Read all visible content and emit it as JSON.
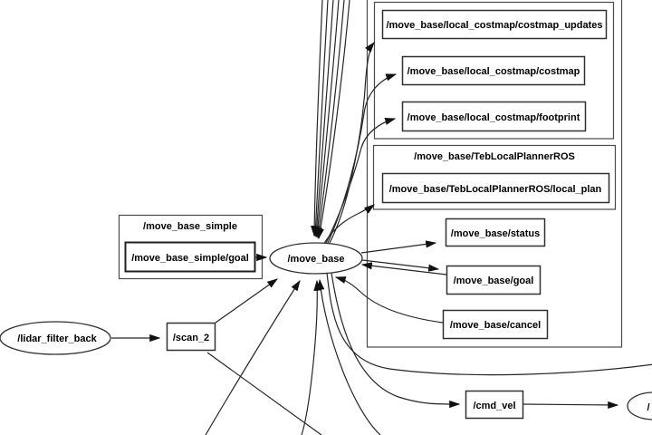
{
  "diagram": {
    "type": "ros-node-graph",
    "colors": {
      "background": "#ffffff",
      "stroke": "#262626",
      "text": "#000000"
    },
    "groups": {
      "teb": {
        "label": "/move_base/TebLocalPlannerROS"
      },
      "move_base_simple": {
        "label": "/move_base_simple"
      }
    },
    "topics": {
      "costmap_updates": {
        "label": "/move_base/local_costmap/costmap_updates"
      },
      "costmap": {
        "label": "/move_base/local_costmap/costmap"
      },
      "footprint": {
        "label": "/move_base/local_costmap/footprint"
      },
      "local_plan": {
        "label": "/move_base/TebLocalPlannerROS/local_plan"
      },
      "status": {
        "label": "/move_base/status"
      },
      "goal": {
        "label": "/move_base/goal"
      },
      "cancel": {
        "label": "/move_base/cancel"
      },
      "move_base_simple_goal": {
        "label": "/move_base_simple/goal"
      },
      "scan_2": {
        "label": "/scan_2"
      },
      "cmd_vel": {
        "label": "/cmd_vel"
      }
    },
    "nodes": {
      "move_base": {
        "label": "/move_base"
      },
      "lidar_filter_back": {
        "label": "/lidar_filter_back"
      },
      "clipped_right_node": {
        "label": "/"
      }
    },
    "edges": [
      {
        "from": "/lidar_filter_back",
        "to": "/scan_2"
      },
      {
        "from": "/scan_2",
        "to": "/move_base"
      },
      {
        "from": "/move_base_simple/goal",
        "to": "/move_base"
      },
      {
        "from": "/move_base",
        "to": "/move_base/local_costmap/costmap_updates"
      },
      {
        "from": "/move_base",
        "to": "/move_base/local_costmap/costmap"
      },
      {
        "from": "/move_base",
        "to": "/move_base/local_costmap/footprint"
      },
      {
        "from": "/move_base",
        "to": "/move_base/TebLocalPlannerROS/local_plan"
      },
      {
        "from": "/move_base",
        "to": "/move_base/status"
      },
      {
        "from": "/move_base",
        "to": "/move_base/goal"
      },
      {
        "from": "/move_base/goal",
        "to": "/move_base"
      },
      {
        "from": "/move_base/cancel",
        "to": "/move_base"
      },
      {
        "from": "/move_base",
        "to": "/cmd_vel"
      },
      {
        "from": "/cmd_vel",
        "to": "/"
      }
    ]
  }
}
